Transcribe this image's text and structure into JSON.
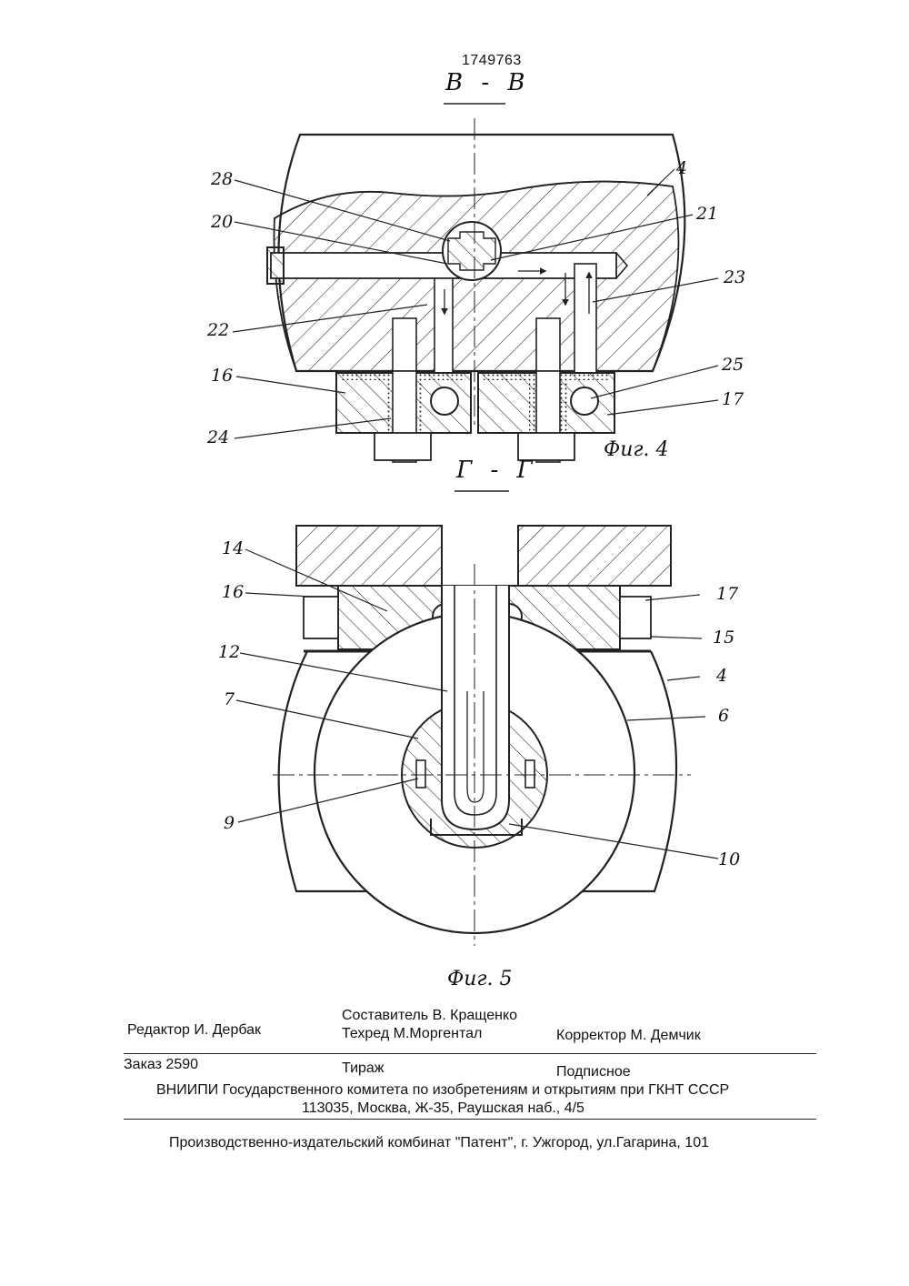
{
  "header": {
    "patent_number": "1749763"
  },
  "fig4": {
    "section_title": "В - В",
    "caption": "Фиг. 4",
    "labels": [
      "28",
      "20",
      "4",
      "21",
      "23",
      "22",
      "16",
      "25",
      "17",
      "24"
    ]
  },
  "fig5": {
    "section_title": "Г - Г",
    "caption": "Фиг. 5",
    "labels": [
      "14",
      "16",
      "17",
      "15",
      "12",
      "4",
      "7",
      "6",
      "9",
      "10"
    ]
  },
  "imprint": {
    "editor": "Редактор И. Дербак",
    "compiler": "Составитель В. Кращенко",
    "techred": "Техред М.Моргентал",
    "corrector": "Корректор М. Демчик",
    "order": "Заказ 2590",
    "circulation": "Тираж",
    "subscription": "Подписное",
    "org_line": "ВНИИПИ Государственного комитета по изобретениям и открытиям при ГКНТ СССР",
    "address_line": "113035, Москва, Ж-35, Раушская наб., 4/5",
    "publisher_line": "Производственно-издательский комбинат \"Патент\", г. Ужгород, ул.Гагарина, 101"
  }
}
